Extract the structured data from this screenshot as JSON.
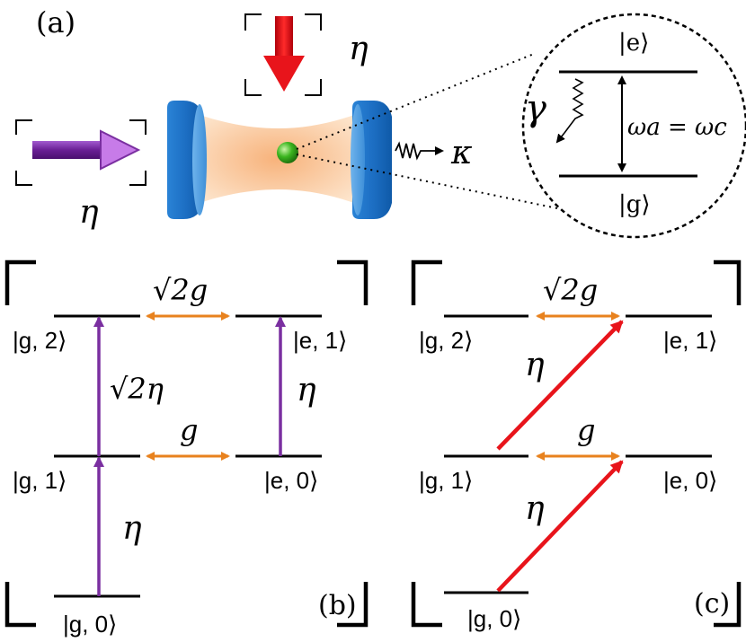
{
  "colors": {
    "coupling": "#e8821e",
    "drive_purple": "#7a2fa0",
    "drive_red": "#e8141b",
    "mirror": "#1d6fc4",
    "atom": "#3bb51f",
    "mode": "#f6b27a"
  },
  "panel_a": {
    "label": "(a)",
    "pump_top": "η",
    "pump_side": "η",
    "decay_cavity": "κ",
    "decay_atom": "γ",
    "ket_excited": "|e⟩",
    "ket_ground": "|g⟩",
    "resonance": "ωa = ωc"
  },
  "panel_b": {
    "label": "(b)",
    "coupling_top": "√2g",
    "coupling_bottom": "g",
    "drive_upper": "√2η",
    "drive_lower": "η",
    "drive_right": "η",
    "ket_g2": "|g, 2⟩",
    "ket_e1": "|e, 1⟩",
    "ket_g1": "|g, 1⟩",
    "ket_e0": "|e, 0⟩",
    "ket_g0": "|g, 0⟩"
  },
  "panel_c": {
    "label": "(c)",
    "coupling_top": "√2g",
    "coupling_bottom": "g",
    "drive_upper": "η",
    "drive_lower": "η",
    "ket_g2": "|g, 2⟩",
    "ket_e1": "|e, 1⟩",
    "ket_g1": "|g, 1⟩",
    "ket_e0": "|e, 0⟩",
    "ket_g0": "|g, 0⟩"
  }
}
